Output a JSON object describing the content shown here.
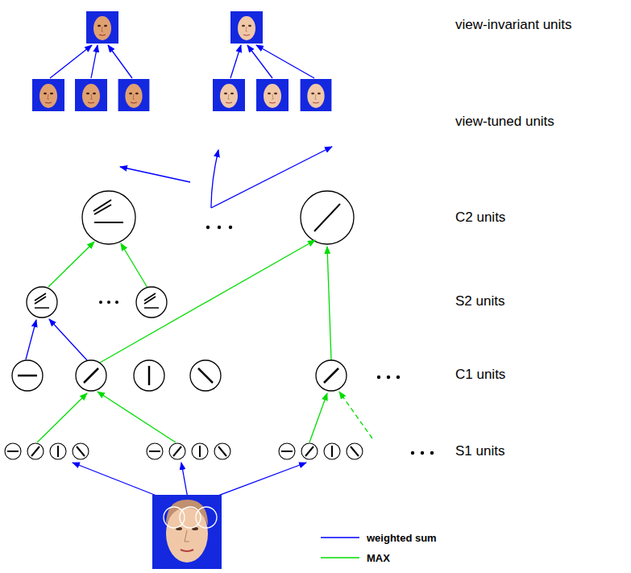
{
  "diagram": {
    "labels": [
      "view-invariant units",
      "view-tuned units",
      "C2 units",
      "S2 units",
      "C1 units",
      "S1 units"
    ],
    "legend": [
      {
        "text": "weighted sum"
      },
      {
        "text": "MAX"
      }
    ]
  }
}
